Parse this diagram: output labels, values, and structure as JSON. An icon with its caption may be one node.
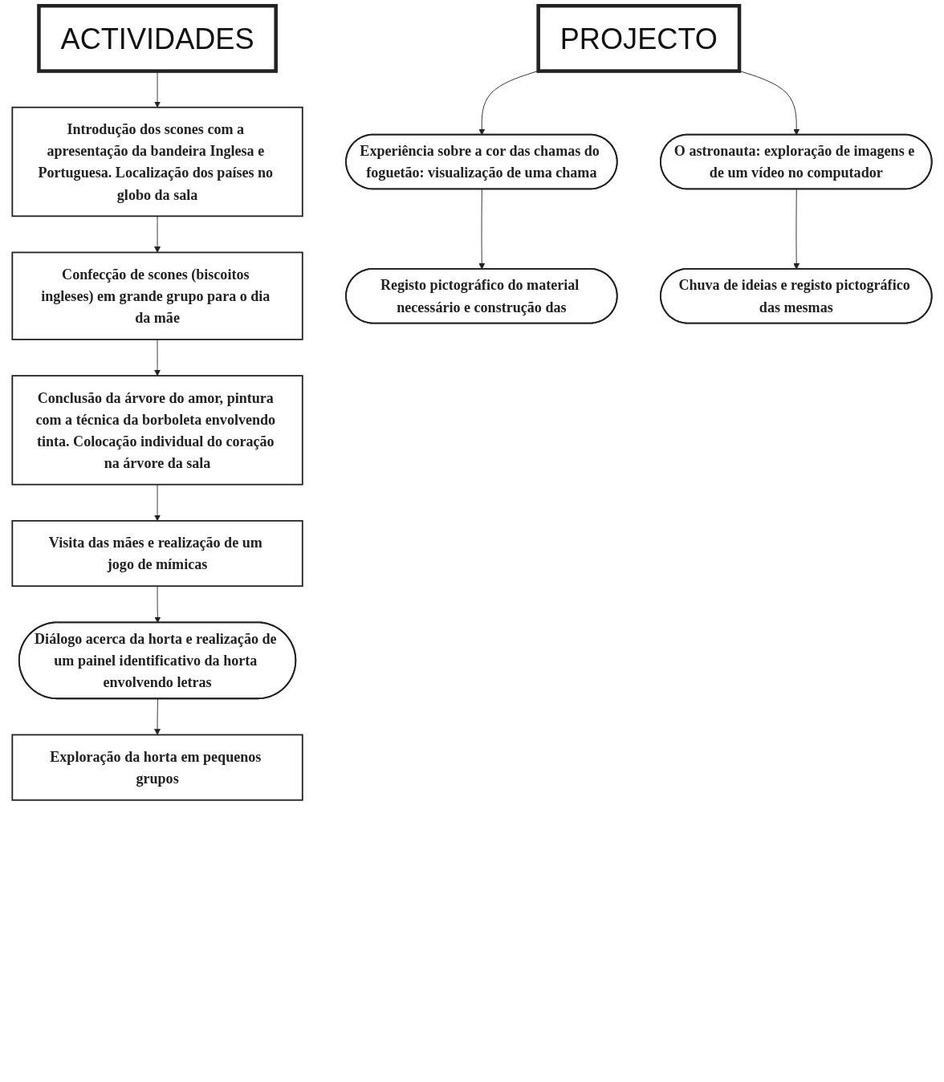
{
  "diagram": {
    "nodes": [
      {
        "text": [
          "ACTIVIDADES"
        ]
      },
      {
        "text": [
          "Introdução dos scones com a apresentação da bandeira Inglesa e Portuguesa. Localização dos países no globo da sala"
        ]
      },
      {
        "text": [
          "Confecção de scones (biscoitos ingleses) em grande grupo para o dia da mãe"
        ]
      },
      {
        "text": [
          "Conclusão da árvore do amor, pintura com a técnica da borboleta envolvendo tinta. Colocação individual do coração na árvore da sala"
        ]
      },
      {
        "text": [
          "Visita das mães e realização de um jogo de mímicas"
        ]
      },
      {
        "text": [
          "Diálogo acerca da horta e realização de um painel identificativo da horta envolvendo letras"
        ]
      },
      {
        "text": [
          "Exploração da horta em pequenos grupos"
        ]
      },
      {
        "text": [
          "Registo pictográfico do material necessário e construção das"
        ]
      },
      {
        "text": [
          "Experiência sobre a cor das chamas do foguetão: visualização de uma chama"
        ]
      },
      {
        "text": [
          "PROJECTO"
        ]
      },
      {
        "text": [
          "O astronauta: exploração de imagens e de um vídeo no computador"
        ]
      },
      {
        "text": [
          "Chuva de ideias e registo pictográfico das mesmas"
        ]
      }
    ],
    "edges": [
      {
        "from": 0,
        "to": 1,
        "arrow": "to"
      },
      {
        "from": 1,
        "to": 2,
        "arrow": "to"
      },
      {
        "from": 2,
        "to": 3,
        "arrow": "to"
      },
      {
        "from": 3,
        "to": 4,
        "arrow": "to"
      },
      {
        "from": 4,
        "to": 5,
        "arrow": "to"
      },
      {
        "from": 5,
        "to": 6,
        "arrow": "to"
      },
      {
        "from": 8,
        "to": 7,
        "arrow": "to"
      },
      {
        "from": 9,
        "to": 8,
        "arrow": "to"
      },
      {
        "from": 9,
        "to": 10,
        "arrow": "to"
      },
      {
        "from": 10,
        "to": 11,
        "arrow": "to"
      }
    ]
  }
}
